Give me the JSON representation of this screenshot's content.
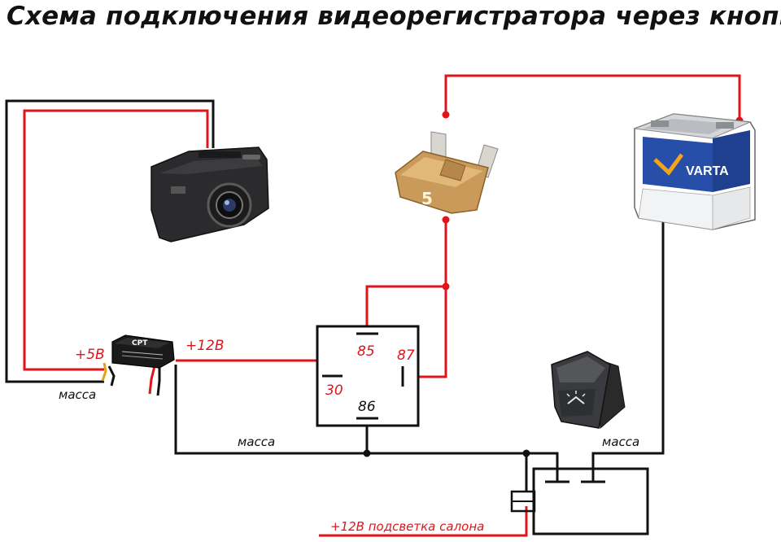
{
  "title": "Схема подключения видеорегистратора через кнопку",
  "colors": {
    "positive": "#e1141b",
    "ground": "#111111",
    "background": "#ffffff"
  },
  "components": {
    "dashcam": {
      "icon": "dashcam-icon"
    },
    "fuse": {
      "icon": "fuse-icon",
      "rating": "5"
    },
    "battery": {
      "icon": "battery-icon",
      "brand": "VARTA"
    },
    "converter": {
      "icon": "converter-icon",
      "brand": "CPT"
    },
    "relay": {
      "icon": "relay-icon",
      "pins": {
        "p85": "85",
        "p87": "87",
        "p30": "30",
        "p86": "86"
      }
    },
    "button": {
      "icon": "rocker-switch-icon"
    }
  },
  "labels": {
    "plus5v": "+5В",
    "plus12v": "+12В",
    "mass_converter": "масса",
    "mass_relay": "масса",
    "mass_battery": "масса",
    "backlight": "+12В подсветка салона"
  }
}
